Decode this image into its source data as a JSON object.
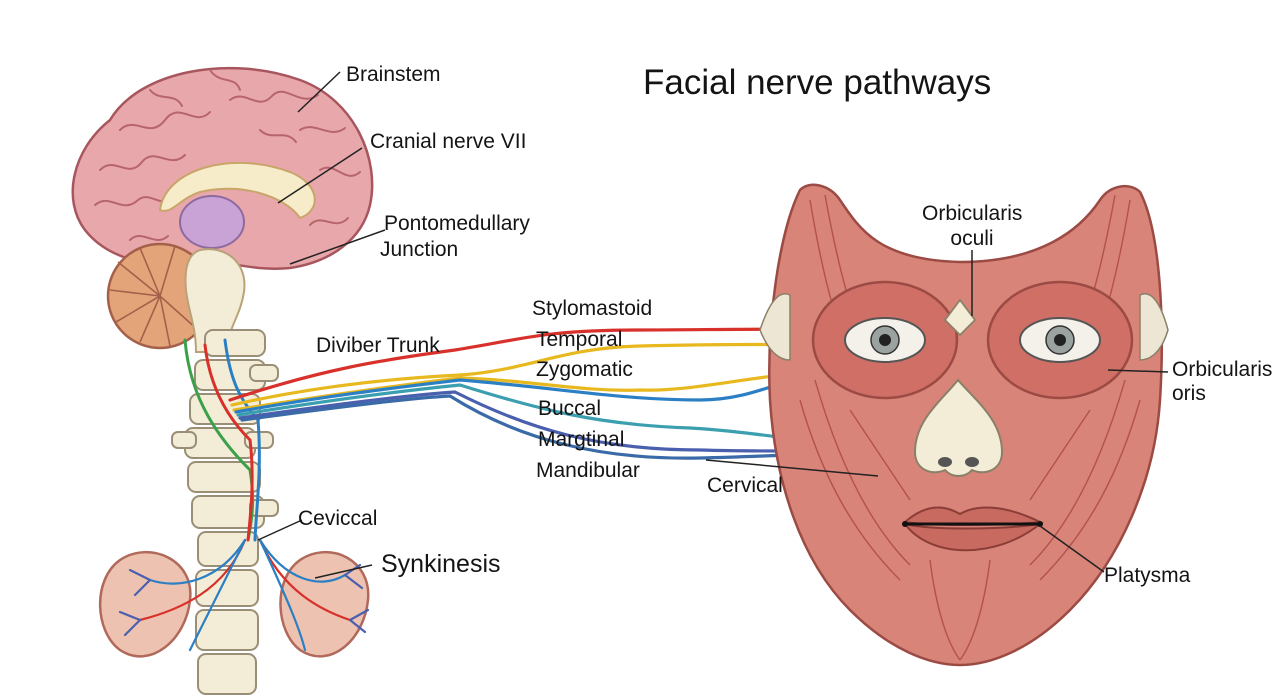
{
  "title": "Facial nerve pathways",
  "labels": {
    "brainstem": "Brainstem",
    "cranial_nerve": "Cranial nerve VII",
    "pontomedullary_line1": "Pontomedullary",
    "pontomedullary_line2": "Junction",
    "diviber_trunk": "Diviber Trunk",
    "cevical": "Ceviccal",
    "synkinesis": "Synkinesis",
    "orbicularis_oculi_line1": "Orbicularis",
    "orbicularis_oculi_line2": "oculi",
    "orbicularis_oris_line1": "Orbicularis",
    "orbicularis_oris_line2": "oris",
    "cervical": "Cervical",
    "platysma": "Platysma"
  },
  "branches": [
    {
      "label": "Stylomastoid",
      "color": "#d8312b"
    },
    {
      "label": "Temporal",
      "color": "#e8b81f"
    },
    {
      "label": "Zygomatic",
      "color": "#2b7fc4"
    },
    {
      "label": "Buccal",
      "color": "#3c9fb0"
    },
    {
      "label": "Margtinal",
      "color": "#4a5fae"
    },
    {
      "label": "Mandibular",
      "color": "#3a6aa8"
    }
  ],
  "colors": {
    "brain": "#e8a7ab",
    "brain_fold": "#b8646c",
    "muscle": "#d88479",
    "muscle_dark": "#b4514a",
    "bone": "#f3ecd6",
    "nerve_green": "#3aa14a"
  }
}
